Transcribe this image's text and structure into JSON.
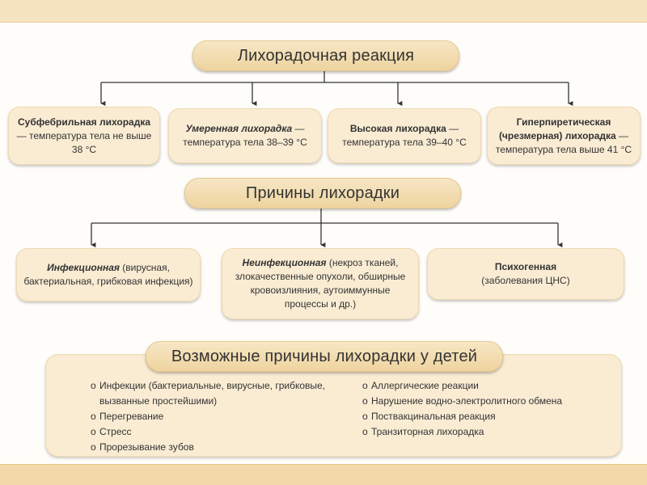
{
  "title": "Лихорадочная реакция",
  "fever_types": [
    {
      "bold": "Субфебрильная лихорадка",
      "rest": " — температура тела не выше 38 °С"
    },
    {
      "bold": "Умеренная лихорадка",
      "rest": " — температура тела 38–39 °С"
    },
    {
      "bold": "Высокая лихорадка",
      "rest": " — температура тела 39–40 °С"
    },
    {
      "bold": "Гиперпиретическая (чрезмерная) лихорадка",
      "rest": " — температура тела выше 41 °С"
    }
  ],
  "causes_title": "Причины лихорадки",
  "causes": [
    {
      "bold": "Инфекционная",
      "rest": " (вирусная, бактериальная, грибковая инфекция)"
    },
    {
      "bold": "Неинфекционная",
      "rest": " (некроз тканей, злокачественные опухоли, обширные кровоизлияния, аутоиммунные процессы и др.)"
    },
    {
      "bold": "Психогенная",
      "rest": " (заболевания ЦНС)"
    }
  ],
  "children_title": "Возможные причины лихорадки у детей",
  "children_bullet": "o",
  "children_left": [
    "Инфекции (бактериальные, вирусные, грибковые, вызванные простейшими)",
    "Перегревание",
    "Стресс",
    "Прорезывание зубов"
  ],
  "children_right": [
    "Аллергические реакции",
    "Нарушение водно-электролитного обмена",
    "Поствакцинальная реакция",
    "Транзиторная лихорадка"
  ],
  "colors": {
    "pill": "#eed39e",
    "box": "#faecd3",
    "line": "#333333"
  }
}
